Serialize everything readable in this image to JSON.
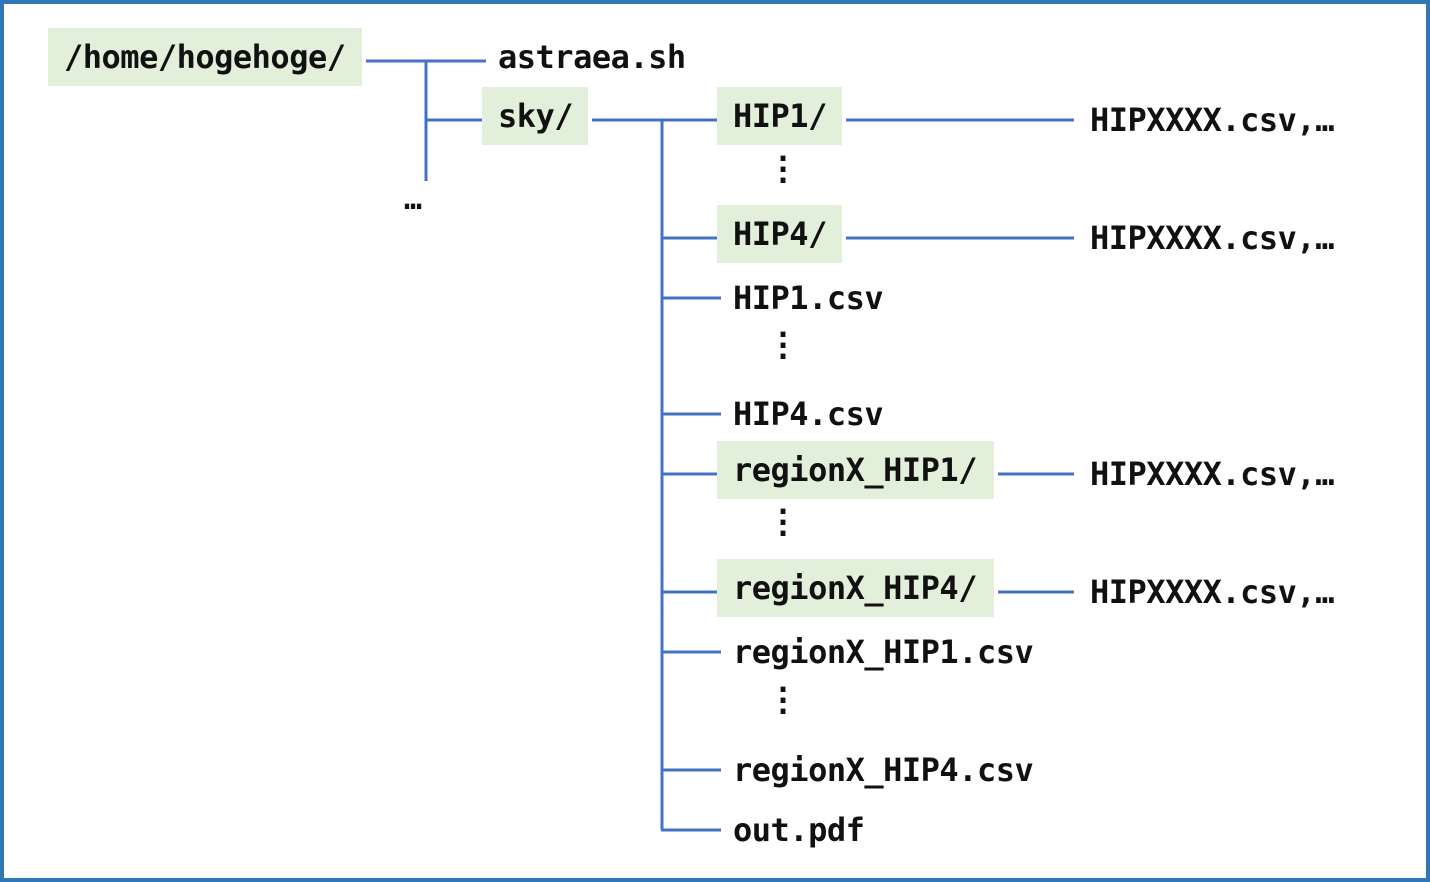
{
  "root": {
    "label": "/home/hogehoge/"
  },
  "root_children": {
    "script": "astraea.sh",
    "sky": "sky/",
    "more": "…"
  },
  "sky_children": {
    "hip1_dir": "HIP1/",
    "hip4_dir": "HIP4/",
    "hip1_csv": "HIP1.csv",
    "hip4_csv": "HIP4.csv",
    "region_hip1_dir": "regionX_HIP1/",
    "region_hip4_dir": "regionX_HIP4/",
    "region_hip1_csv": "regionX_HIP1.csv",
    "region_hip4_csv": "regionX_HIP4.csv",
    "out_pdf": "out.pdf"
  },
  "leaf_files": {
    "hip1": "HIPXXXX.csv,…",
    "hip4": "HIPXXXX.csv,…",
    "region_hip1": "HIPXXXX.csv,…",
    "region_hip4": "HIPXXXX.csv,…"
  },
  "colors": {
    "border": "#2f77b5",
    "connector": "#4472c4",
    "dir_fill": "#e2efda",
    "text": "#111111"
  }
}
